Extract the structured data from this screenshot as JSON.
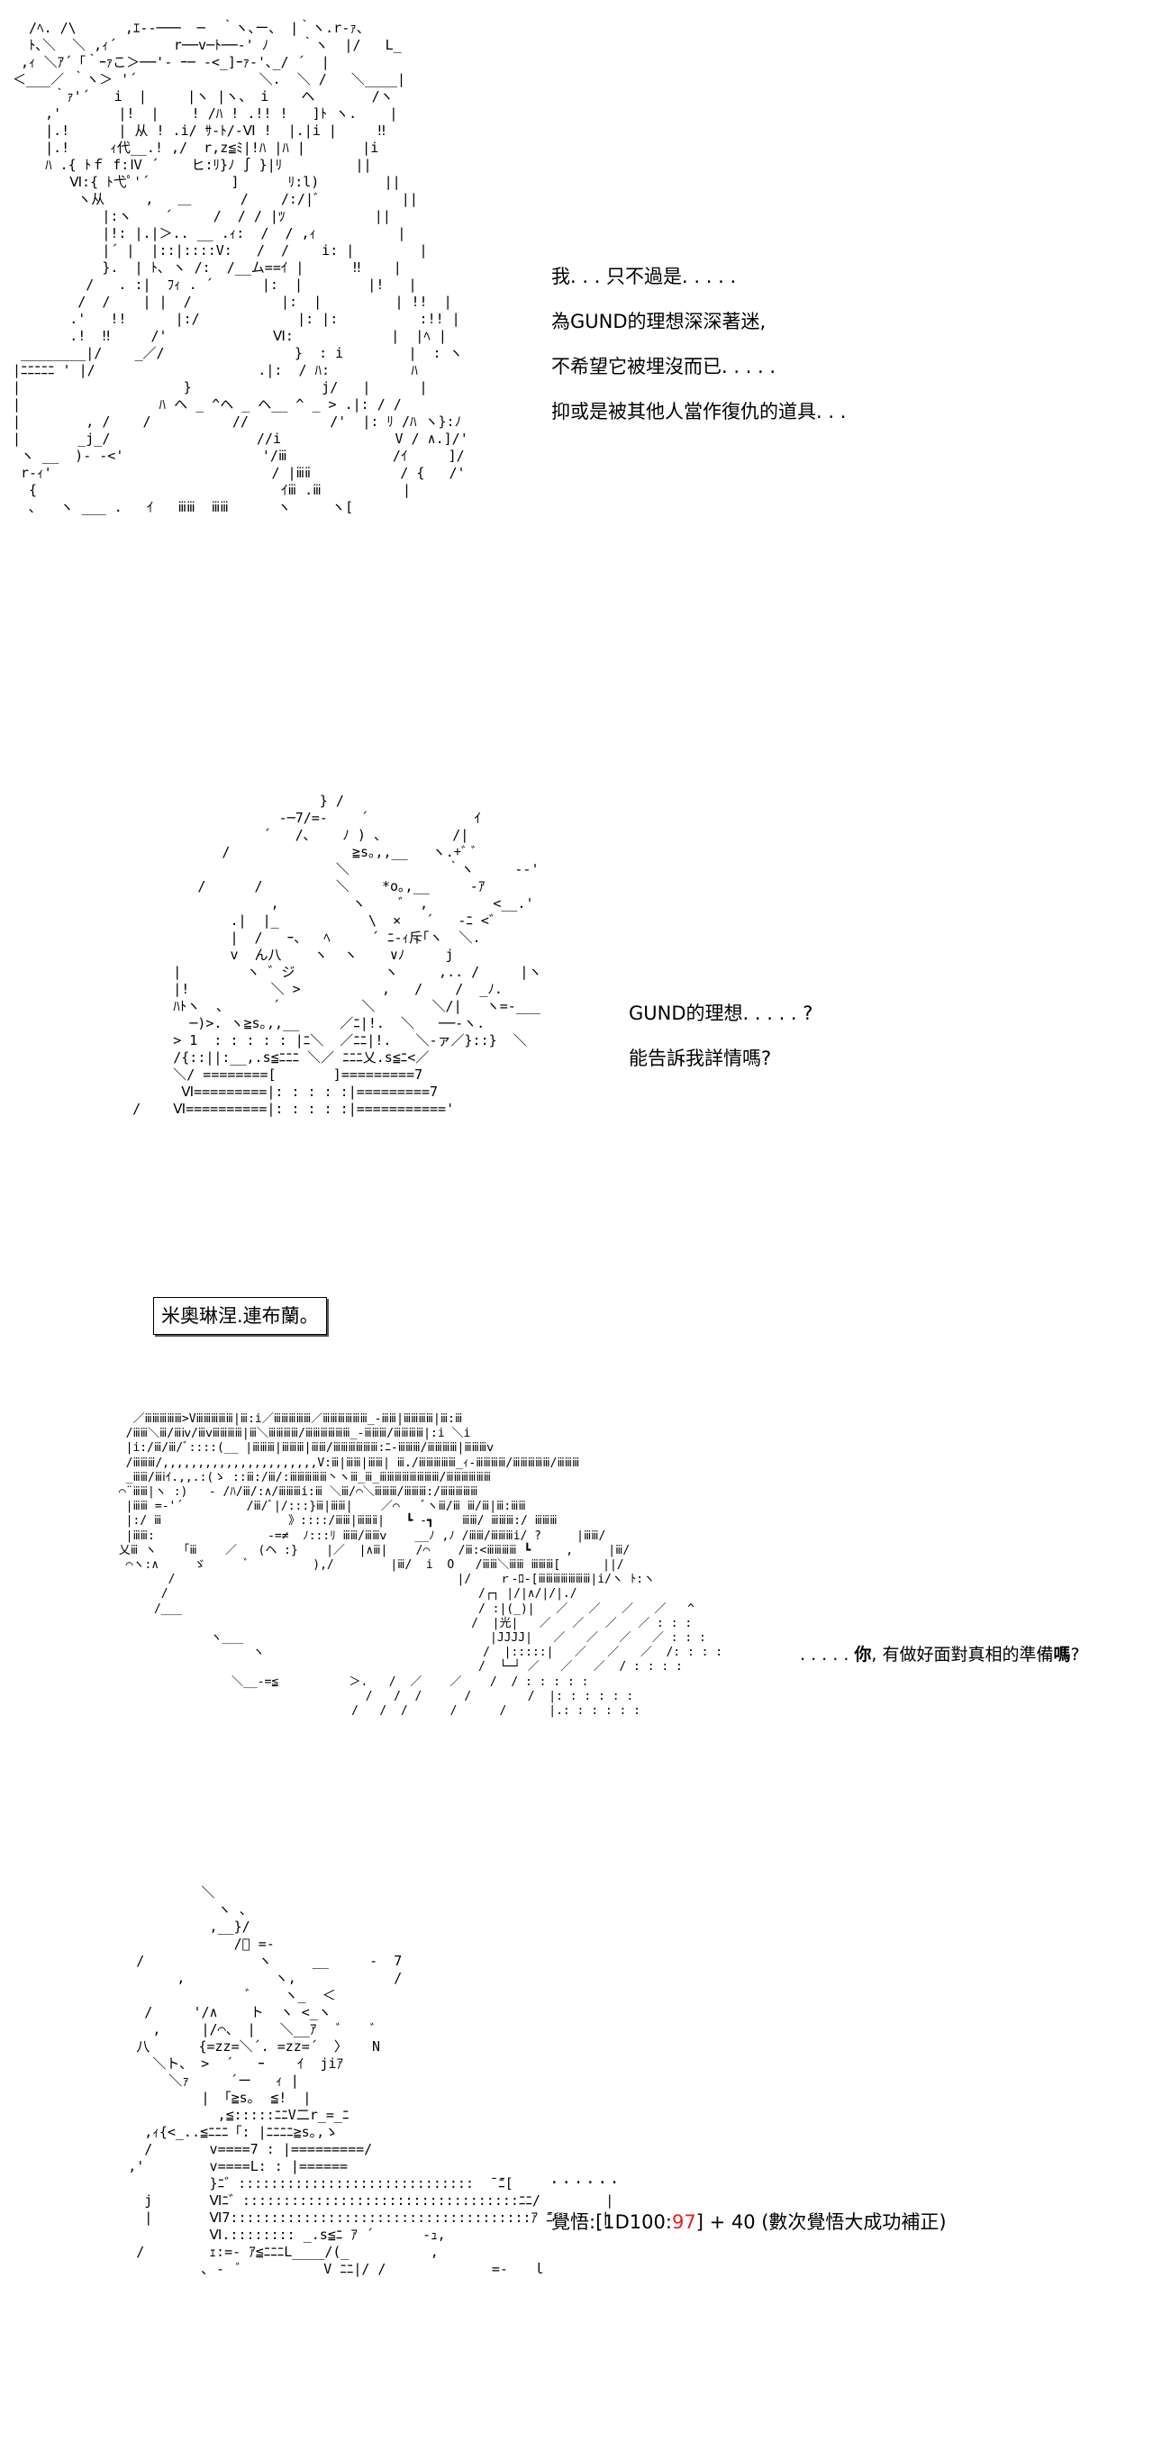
{
  "panel1": {
    "art": "  /ﾍ. /\\      ,ｴ-‐───  ─  ｀ヽ､ー、 |｀ヽ.r‐ｧ、\n  ﾄ､＼  ＼ ,ｨ´       r──v─ﾄ──‐' ﾉ    ｀ヽ  |/   L_\n ,ｨ ＼ｱ´「｀ｰｧこ＞──'‐ ｰ─ ‐<_]ｰｧ-'､_/ ´  |\n＜___／ ｀ヽ＞ '´               ＼.  ＼ /   ＼____|\n     ｀ｧ'´   i  |     |ヽ |ヽ、 i    ヘ       /ヽ\n    ,'       |!  |    ! /ﾊ ! .!! !   ]ﾄ ヽ.    |\n    |.!      | 从 ! .i/ ｻ‐ﾄ/‐Ⅵ !  |.|i |     ‼\n    |.!     ｨ代__.! ,/  r,z≦ﾐ|!ﾊ |ﾊ |       |i\n    ﾊ .{ ﾄｆ f:Ⅳ ´    ヒ:ﾘ}ﾉ ∫ }|ﾘ         ||\n       Ⅵ:{ ﾄ弋ﾟ'´          ]      ﾘ:l)        ||\n        ヽ从     ,   ＿      /    /:/|ﾞ          ||\n           |:ヽ    ´     /  / / |ﾂ           ||\n           |!: |.|＞.. __ .ｨ:  /  / ,ｨ          |\n           |´ |  |::|::::V:   /  /    i: |        |\n           }.  | ﾄ､ ヽ /:  /__ム==ｲ |      ‼    |\n         /   . :|  ﾌｨ . ´      |:  |        |!   |\n        /  /    | |  /           |:  |         | !!  |\n       .'   !!      |:/            |: |:          :!! |\n       .!  ‼     /'             Ⅵ:            |  |ﾍ |\n ________|/    _／/                }  : i        |  : ヽ\n|ﾆﾆﾆﾆﾆ ' |/                    .|:  / ﾊ:          ﾊ\n|                    }                j/   |      |\n|                 ﾊ ヘ _ ^ヘ _ ヘ__ ^ _ > .|: / /\n|        , /    /          //          /'  |: ﾘ /ﾊ ヽ}:ﾉ\n|       _j_/                  //i              V / ∧.]/'\n ヽ __  )- ‐<'                 '/ⅲ             /ｲ     ]/\n r-ｨ'                           / |ⅲⅱ           / {   /'\n  {                              ｲⅲ .ⅲ          |\n  ､   ヽ ___ .   ｲ   ⅲⅲ  ⅲⅲ      ヽ     ヽ[",
    "dialogue": [
      "我. . . 只不過是. . . . .",
      "為GUND的理想深深著迷,",
      "不希望它被埋沒而已. . . . .",
      "抑或是被其他人當作復仇的道具. . ."
    ]
  },
  "panel2": {
    "art": "                          } /\n                     ‐─7/=-    ´             ｲ\n                   ´   /､    ﾉ ) 、        /|\n              /               ≧s｡,,__   ヽ.+ﾞ ﾞ\n                            ＼            ｀ヽ     ‐-'\n           /      /         ＼    *o｡,__     -ｱ\n                    ,         ヽ    ゛ ,        <__.'\n               .|  |_           \\  ×   ´   -ﾆ <゛\n               |  /   ｰ、  ﾍ     ´ ﾆ-ｨ斥｢ヽ  ＼.\n               v  ん八    ヽ  ヽ    ∨ﾉ     j\n        |        ヽ ゛ジ           ヽ     ,.. /     |ヽ\n        |!          ＼ >          ,   /    /  _ﾉ.\n        ﾊﾄヽ  ､      ´          ＼       ＼/|   ヽ=‐___\n          ─)>. ヽ≧s｡,,__     ／ﾆ|!.  ＼   ──‐ヽ.\n        > 1  : : : : : |ﾆ＼  ／ﾆﾆ|!.   ＼‐ァ／}::}  ＼\n        /{::||:__,.s≦ﾆﾆﾆ ＼／ ﾆﾆﾆ乂.s≦ﾆ<／\n        ＼/ ========[       ]=========7\n         Ⅵ=========|: : : : :|=========7\n   /    Ⅵ==========|: : : : :|==========='",
    "dialogue": [
      "GUND的理想. . . . . ?",
      "能告訴我詳情嗎?"
    ],
    "name_box": "米奧琳涅.連布蘭。"
  },
  "panel3": {
    "art": "   ／ⅲⅲⅲⅲⅲ>Vⅲⅲⅲⅲⅲ|ⅲ:i／ⅲⅲⅲⅲⅲ／ⅲⅲⅲⅲⅲⅲ_-ⅲⅲ|ⅲⅲⅲⅲ|ⅲ:ⅲ\n  /ⅲⅲ＼ⅲ/ⅲⅳ/ⅲⅴⅲⅲⅲⅲ|ⅲ＼ⅲⅲⅲⅲ/ⅲⅲⅲⅲⅲⅲ_-ⅲⅲⅲ/ⅲⅲⅲⅲ|:i ＼i\n  |i:/ⅲ/ⅲ/ﾞ::::(__ |ⅲⅲⅲ|ⅲⅲⅲ|ⅲⅲ/ⅲⅲⅲⅲⅲⅲ:ﾆ-ⅲⅲⅲ/ⅲⅲⅲⅲ|ⅲⅲⅲⅴ\n  /ⅲⅲⅲ/,,,,,,,,,,,,,,,,,,,,,,V:ⅲ|ⅲⅲ|ⅲⅲ| ⅲ./ⅲⅲⅲⅲⅲ_ｨ-ⅲⅲⅲⅲ/ⅲⅲⅲⅲⅲ/ⅲⅲⅲ\n  _ⅲⅲ/ⅲⅰｲ.,,.:(ゝ ::ⅲ:/ⅲ/:ⅲⅲⅲⅲⅲ丶ヽⅲ_ⅲ_ⅲⅲⅲⅲⅲⅲⅲⅲ/ⅲⅲⅲⅲⅲⅲ\n ⌒¨ⅲⅲ|ヽ :)   ‐ /ﾊ/ⅲ/:∧/ⅲⅲⅲi:ⅲ ＼ⅲ/⌒＼ⅲⅲⅲ/ⅲⅲⅲ:/ⅲⅲⅲⅲⅲ\n  |ⅲⅲ =‐'´         /ⅲ/ﾞ|/:::}ⅲ|ⅲⅲ|    ／⌒   ﾞヽⅲ/ⅲ ⅲ/ⅲ|ⅲ:ⅲⅲ\n  |:/ ⅲ                  》::::/ⅲⅲ|ⅲⅲⅱ|   ┗ -┓    ⅲⅲ/ ⅲⅲⅲ:/ ⅲⅲⅲ\n  |ⅲⅲ:                -=≠  ﾉ:::ﾘ ⅲⅲ/ⅲⅲⅴ    __ﾉ ,ﾉ /ⅲⅲ/ⅲⅲⅲi/ ?     |ⅲⅲ/\n 乂ⅲ ヽ   「ⅲ    ／   (ヘ :}    |／  |∧ⅲ|    /⌒    /ⅲ:<ⅲⅲⅲⅲ ┗     ,     |ⅲ/\n  ⌒ヽ:∧     ゞ      ﾞ         ),/        |ⅲ/  i  O   /ⅲⅲ＼ⅲⅲ ⅲⅲⅲ[      ||/\n        /                                        |/    ｒ‐ﾛ‐[ⅲⅲⅲⅲⅲⅲⅲ|i/ヽ ﾄ:ヽ\n       /                                            /┌┐ |/|∧/|/|./\n      /___                                          / :|(_)|   ／   ／   ／   ／   ^\n                                                   /  |光|   ／   ／   ／   ／ : : :\n              ヽ___                                   |JJJJ|   ／   ／   ／   ／ : : :\n                    ヽ                               /  |:::::|   ／   ／   ／  /: : : :\n                                                    /  └─┘ ／   ／   ／  / : : : :\n                 ＼__‐=≦          ＞.   /  ／    ／    /  / : : : : :\n                                    /   /  /      /        /  |: : : : : :\n                                  /   /  /      /      /      |.: : : : : :",
    "dialogue_prefix": ". . . . . ",
    "dialogue_bold1": "你",
    "dialogue_mid": ", 有做好面對真相的準備",
    "dialogue_bold2": "嗎",
    "dialogue_suffix": "?"
  },
  "panel4": {
    "art": "                 ＼\n                   ヽ 、\n                  ,__}/\n                     /ﾞ =-\n         /              ヽ     __     ‐  7\n              ,           ヽ,            /\n                       ﾞ    ヽ_  ＜\n          /     '/∧    ト  ヽ <_ヽ\n           ,     |/⌒、 |   ＼__ｱ   ﾞ    ﾞ\n         八      {=zz=＼´. =zz=´  〉   N\n           ＼ト、 >  ´   ｰ    ｲ  jiｱ\n             ＼ｧ     ´ー   ｨ |\n                 | 「≧s｡  ≦!  |\n                   ,≦:::::ﾆﾆV二r_=_ﾆ\n          ,ｨ{<_..≦ﾆﾆﾆ「: |ﾆﾆﾆﾆ≧s｡,ゝ\n          /       v====7 : |=========/\n        ,'        v====L: : |======\n                  }ﾆ゛:::::::::::::::::::::::::::::  ̄ ̄ﾆ[\n          j       Ⅵﾆ゛::::::::::::::::::::::::::::::::::ﾆﾆ/        |\n          |       Ⅵ7:::::::::::::::::::::::::::::::::::::ｱ ̄ﾆ      |\n                  Ⅵ.:::::::: _.s≦ﾆ ｱ ´      ‐ｭ,\n         /        ｪ:=- ｱ≦ﾆﾆﾆL____/(_          ,\n                 ､ -  ﾞ          V ﾆﾆ|/ /             =-   ｌ",
    "dialogue_line1": ". . . . . .",
    "roll_label": "覺悟:[1D100:",
    "roll_value": "97",
    "roll_suffix": "] + 40 (數次覺悟大成功補正)"
  }
}
